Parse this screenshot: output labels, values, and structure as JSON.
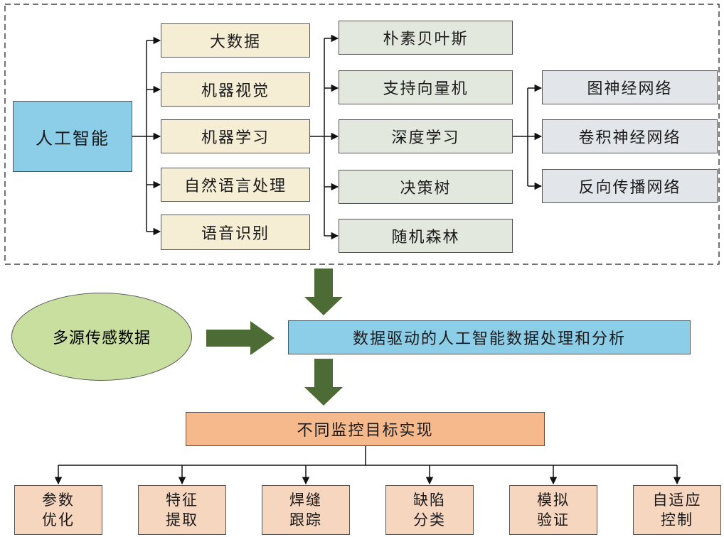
{
  "colors": {
    "root": "#8ccde8",
    "level1": "#f6eed4",
    "level2": "#e3e8df",
    "level3": "#e2e6ea",
    "source": "#c9dfa0",
    "process": "#8ccde8",
    "target": "#f6b98c",
    "output": "#f7d6c0",
    "big_arrow": "#4d6b35",
    "frame": "#444444"
  },
  "root": {
    "label": "人工智能"
  },
  "level1": [
    {
      "label": "大数据"
    },
    {
      "label": "机器视觉"
    },
    {
      "label": "机器学习"
    },
    {
      "label": "自然语言处理"
    },
    {
      "label": "语音识别"
    }
  ],
  "level2": [
    {
      "label": "朴素贝叶斯"
    },
    {
      "label": "支持向量机"
    },
    {
      "label": "深度学习"
    },
    {
      "label": "决策树"
    },
    {
      "label": "随机森林"
    }
  ],
  "level3": [
    {
      "label": "图神经网络"
    },
    {
      "label": "卷积神经网络"
    },
    {
      "label": "反向传播网络"
    }
  ],
  "source": {
    "label": "多源传感数据"
  },
  "process": {
    "label": "数据驱动的人工智能数据处理和分析"
  },
  "target": {
    "label": "不同监控目标实现"
  },
  "outputs": [
    {
      "line1": "参数",
      "line2": "优化"
    },
    {
      "line1": "特征",
      "line2": "提取"
    },
    {
      "line1": "焊缝",
      "line2": "跟踪"
    },
    {
      "line1": "缺陷",
      "line2": "分类"
    },
    {
      "line1": "模拟",
      "line2": "验证"
    },
    {
      "line1": "自适应",
      "line2": "控制"
    }
  ]
}
